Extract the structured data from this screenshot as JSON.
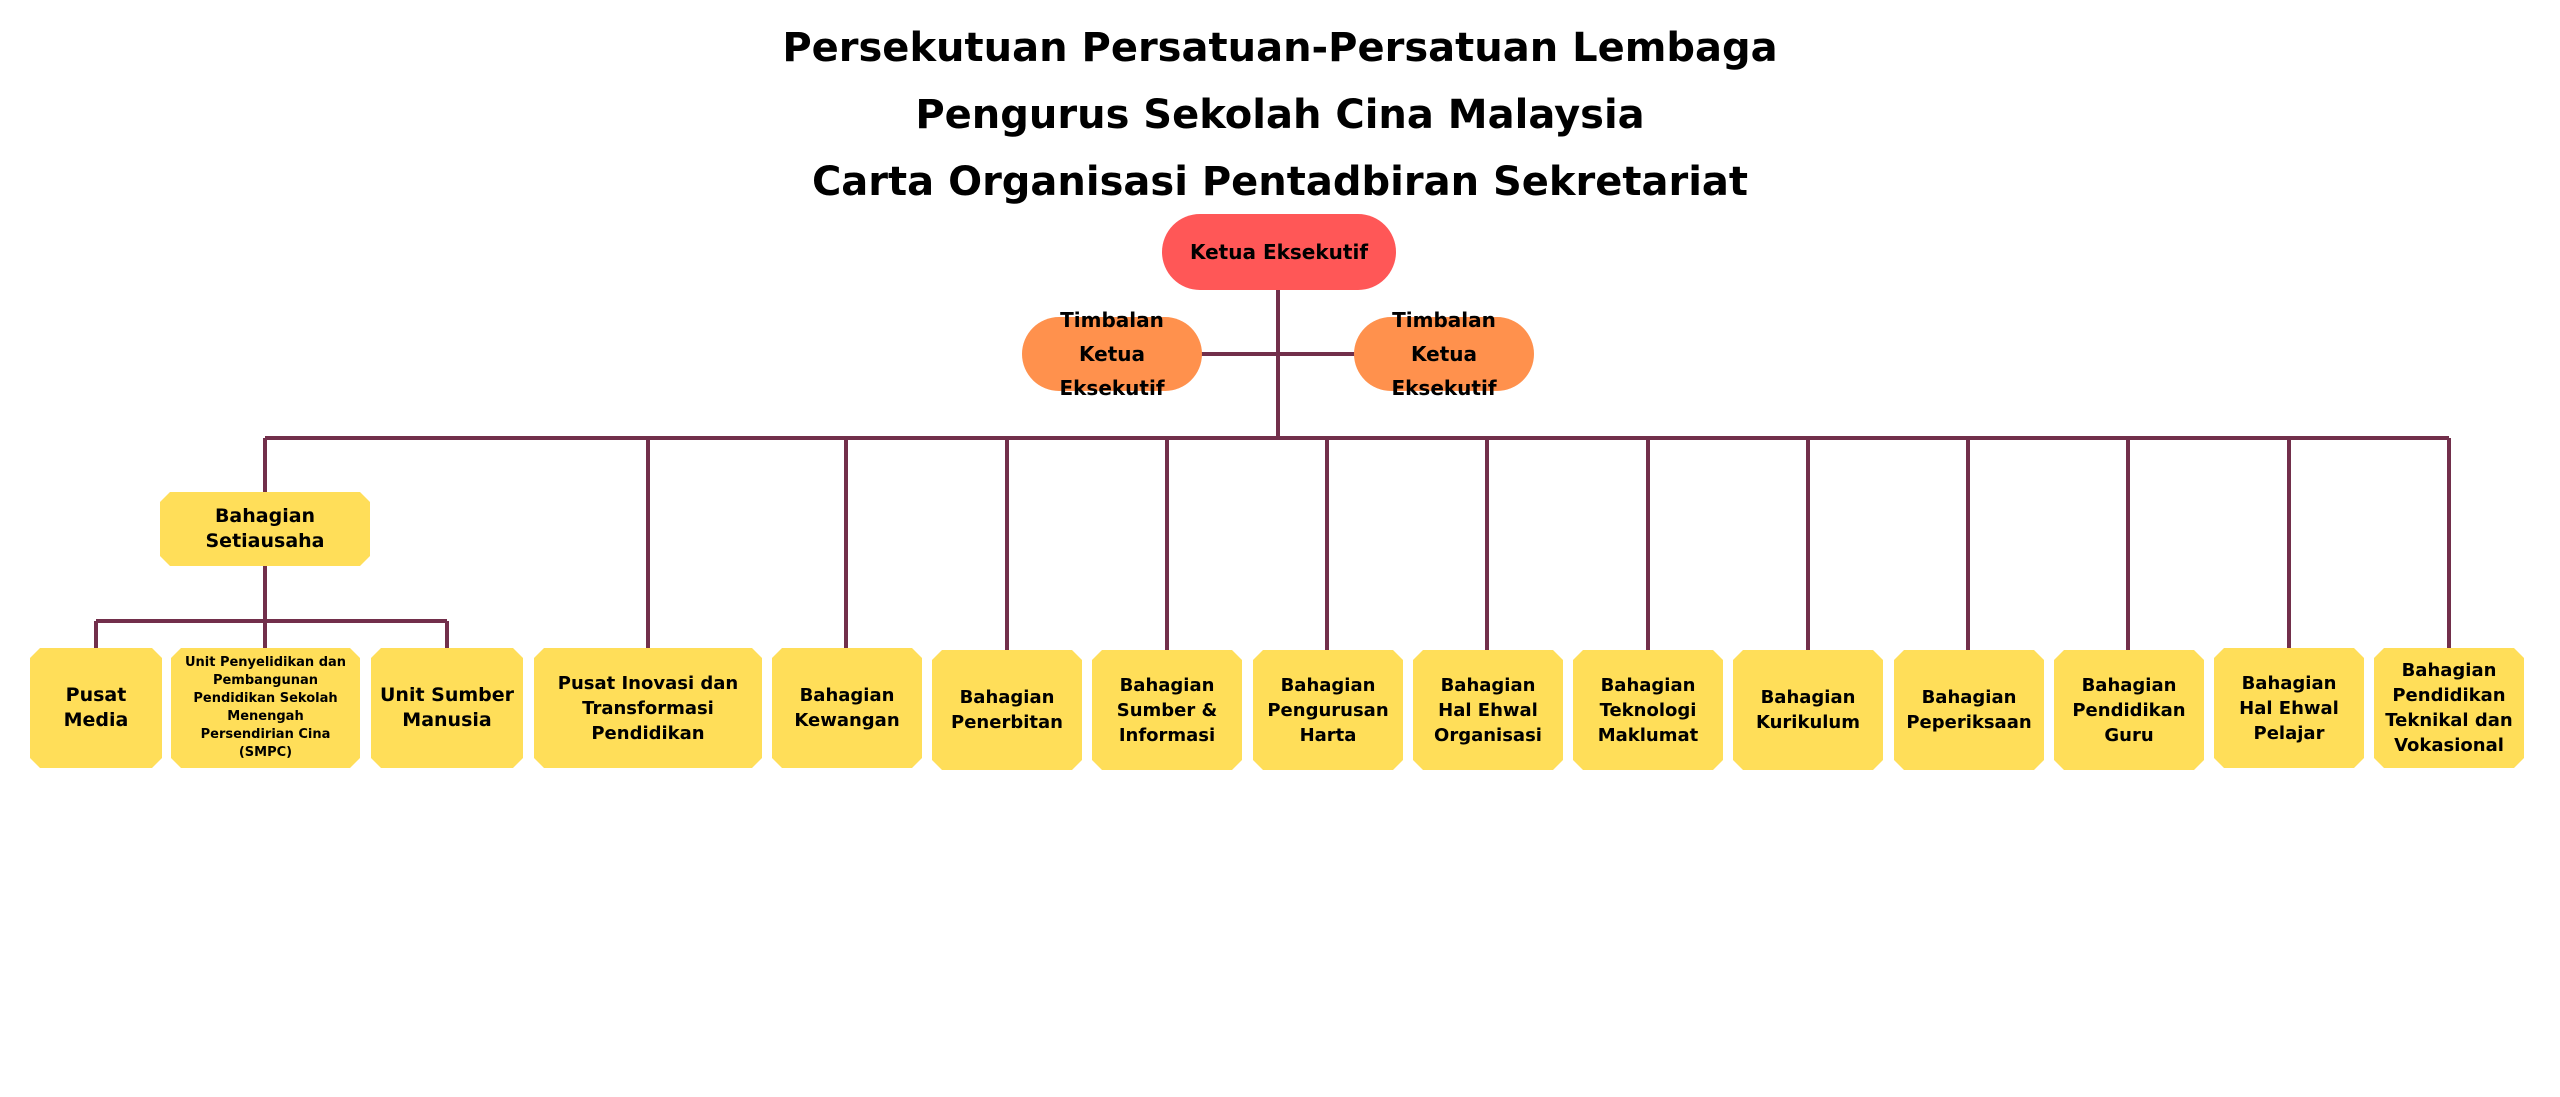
{
  "title": {
    "line1": "Persekutuan Persatuan-Persatuan Lembaga",
    "line2": "Pengurus Sekolah Cina Malaysia",
    "line3": "Carta Organisasi Pentadbiran Sekretariat"
  },
  "colors": {
    "connector": "#722f4b",
    "top_node": "#ff5757",
    "deputy_node": "#ff914d",
    "division_node": "#ffde59"
  },
  "nodes": {
    "ketua": "Ketua Eksekutif",
    "timbalan_left": "Timbalan Ketua Eksekutif",
    "timbalan_right": "Timbalan Ketua Eksekutif",
    "setiausaha": "Bahagian Setiausaha",
    "pusat_media": "Pusat Media",
    "unit_penyelidikan": "Unit Penyelidikan dan Pembangunan Pendidikan Sekolah Menengah Persendirian Cina (SMPC)",
    "unit_sumber_manusia": "Unit Sumber Manusia",
    "pusat_inovasi": "Pusat Inovasi dan Transformasi Pendidikan",
    "kewangan": "Bahagian Kewangan",
    "penerbitan": "Bahagian Penerbitan",
    "sumber_informasi": "Bahagian Sumber & Informasi",
    "pengurusan_harta": "Bahagian Pengurusan Harta",
    "hal_ehwal_organisasi": "Bahagian Hal Ehwal Organisasi",
    "teknologi_maklumat": "Bahagian Teknologi Maklumat",
    "kurikulum": "Bahagian Kurikulum",
    "peperiksaan": "Bahagian Peperiksaan",
    "pendidikan_guru": "Bahagian Pendidikan Guru",
    "hal_ehwal_pelajar": "Bahagian Hal Ehwal Pelajar",
    "teknikal_vokasional": "Bahagian Pendidikan Teknikal dan Vokasional"
  }
}
